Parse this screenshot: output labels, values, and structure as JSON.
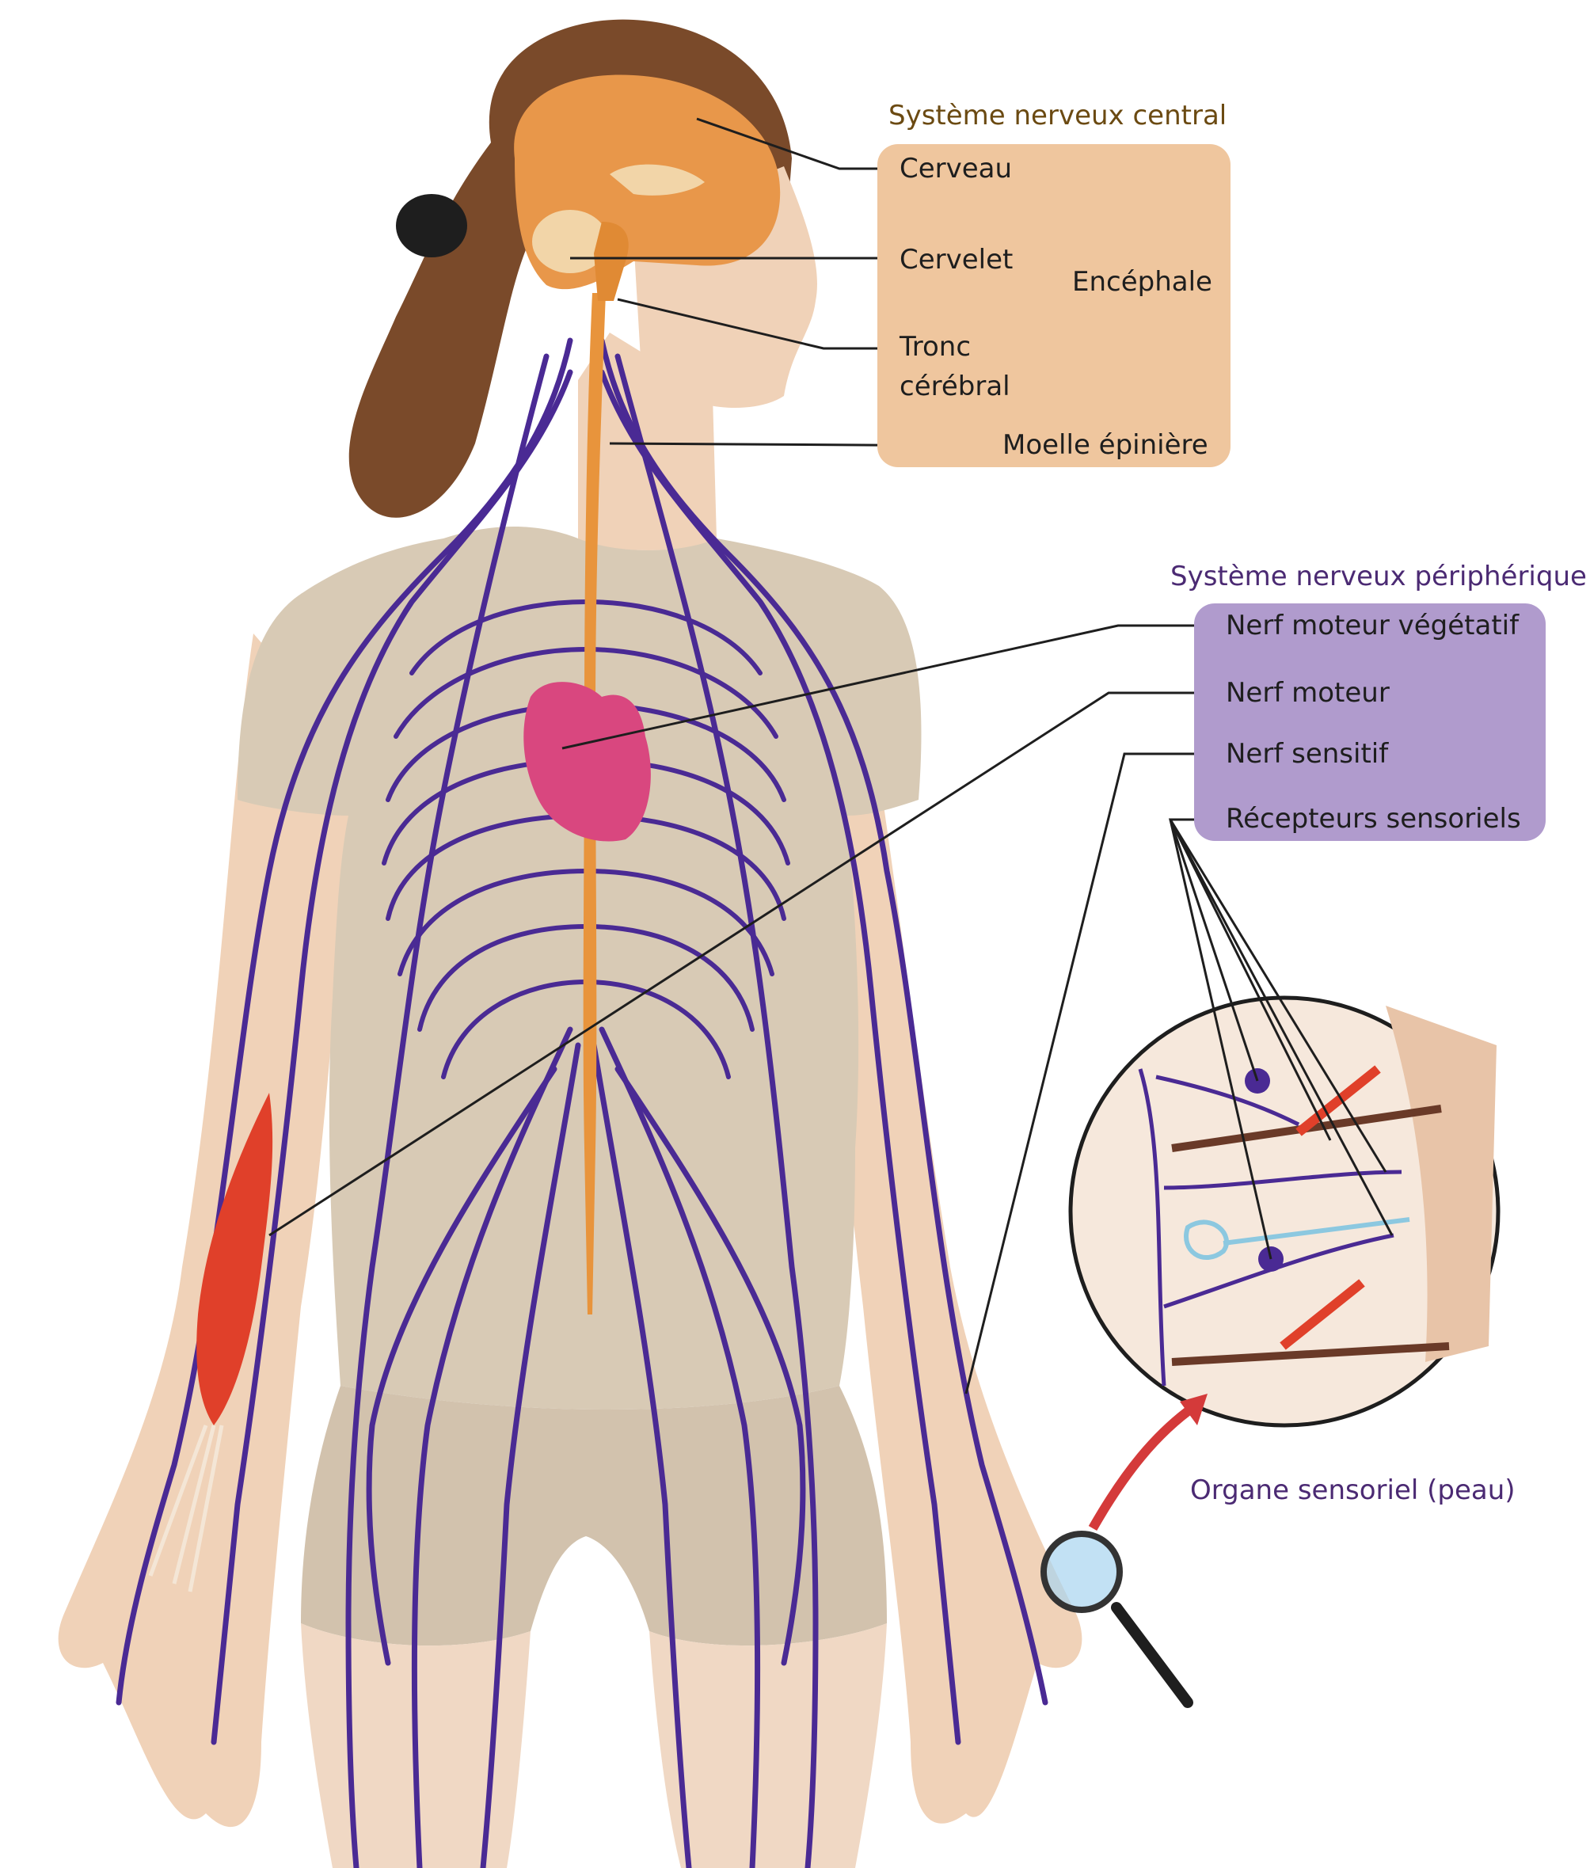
{
  "central": {
    "heading": "Système nerveux central",
    "labels": {
      "cerveau": "Cerveau",
      "cervelet": "Cervelet",
      "tronc_line1": "Tronc",
      "tronc_line2": "cérébral",
      "encephale": "Encéphale",
      "moelle": "Moelle épinière"
    }
  },
  "peripheral": {
    "heading": "Système nerveux périphérique",
    "labels": {
      "nerf_vegetatif": "Nerf moteur végétatif",
      "nerf_moteur": "Nerf moteur",
      "nerf_sensitif": "Nerf sensitif",
      "recepteurs": "Récepteurs sensoriels"
    }
  },
  "organ": {
    "label": "Organe sensoriel (peau)"
  },
  "colors": {
    "nerve": "#4a2a94",
    "spinal_cord": "#e8943c",
    "brain": "#e8974a",
    "heart": "#d9477f",
    "muscle": "#e0402a",
    "skin": "#f0d2b8",
    "shirt": "#d8cab5",
    "hair": "#7a4a2a",
    "central_box": "#efc69e",
    "peripheral_box": "#b09bcd"
  }
}
